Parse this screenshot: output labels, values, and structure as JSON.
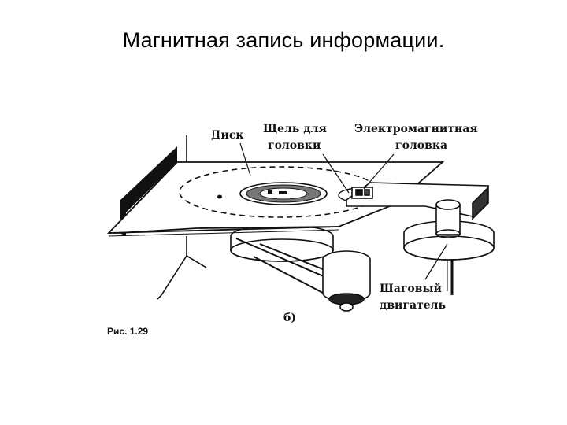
{
  "title": "Магнитная запись информации.",
  "labels": {
    "disk": "Диск",
    "slot_line1": "Щель для",
    "slot_line2": "головки",
    "head_line1": "Электромагнитная",
    "head_line2": "головка",
    "motor_line1": "Шаговый",
    "motor_line2": "двигатель",
    "sub": "б)",
    "figure": "Рис. 1.29"
  }
}
